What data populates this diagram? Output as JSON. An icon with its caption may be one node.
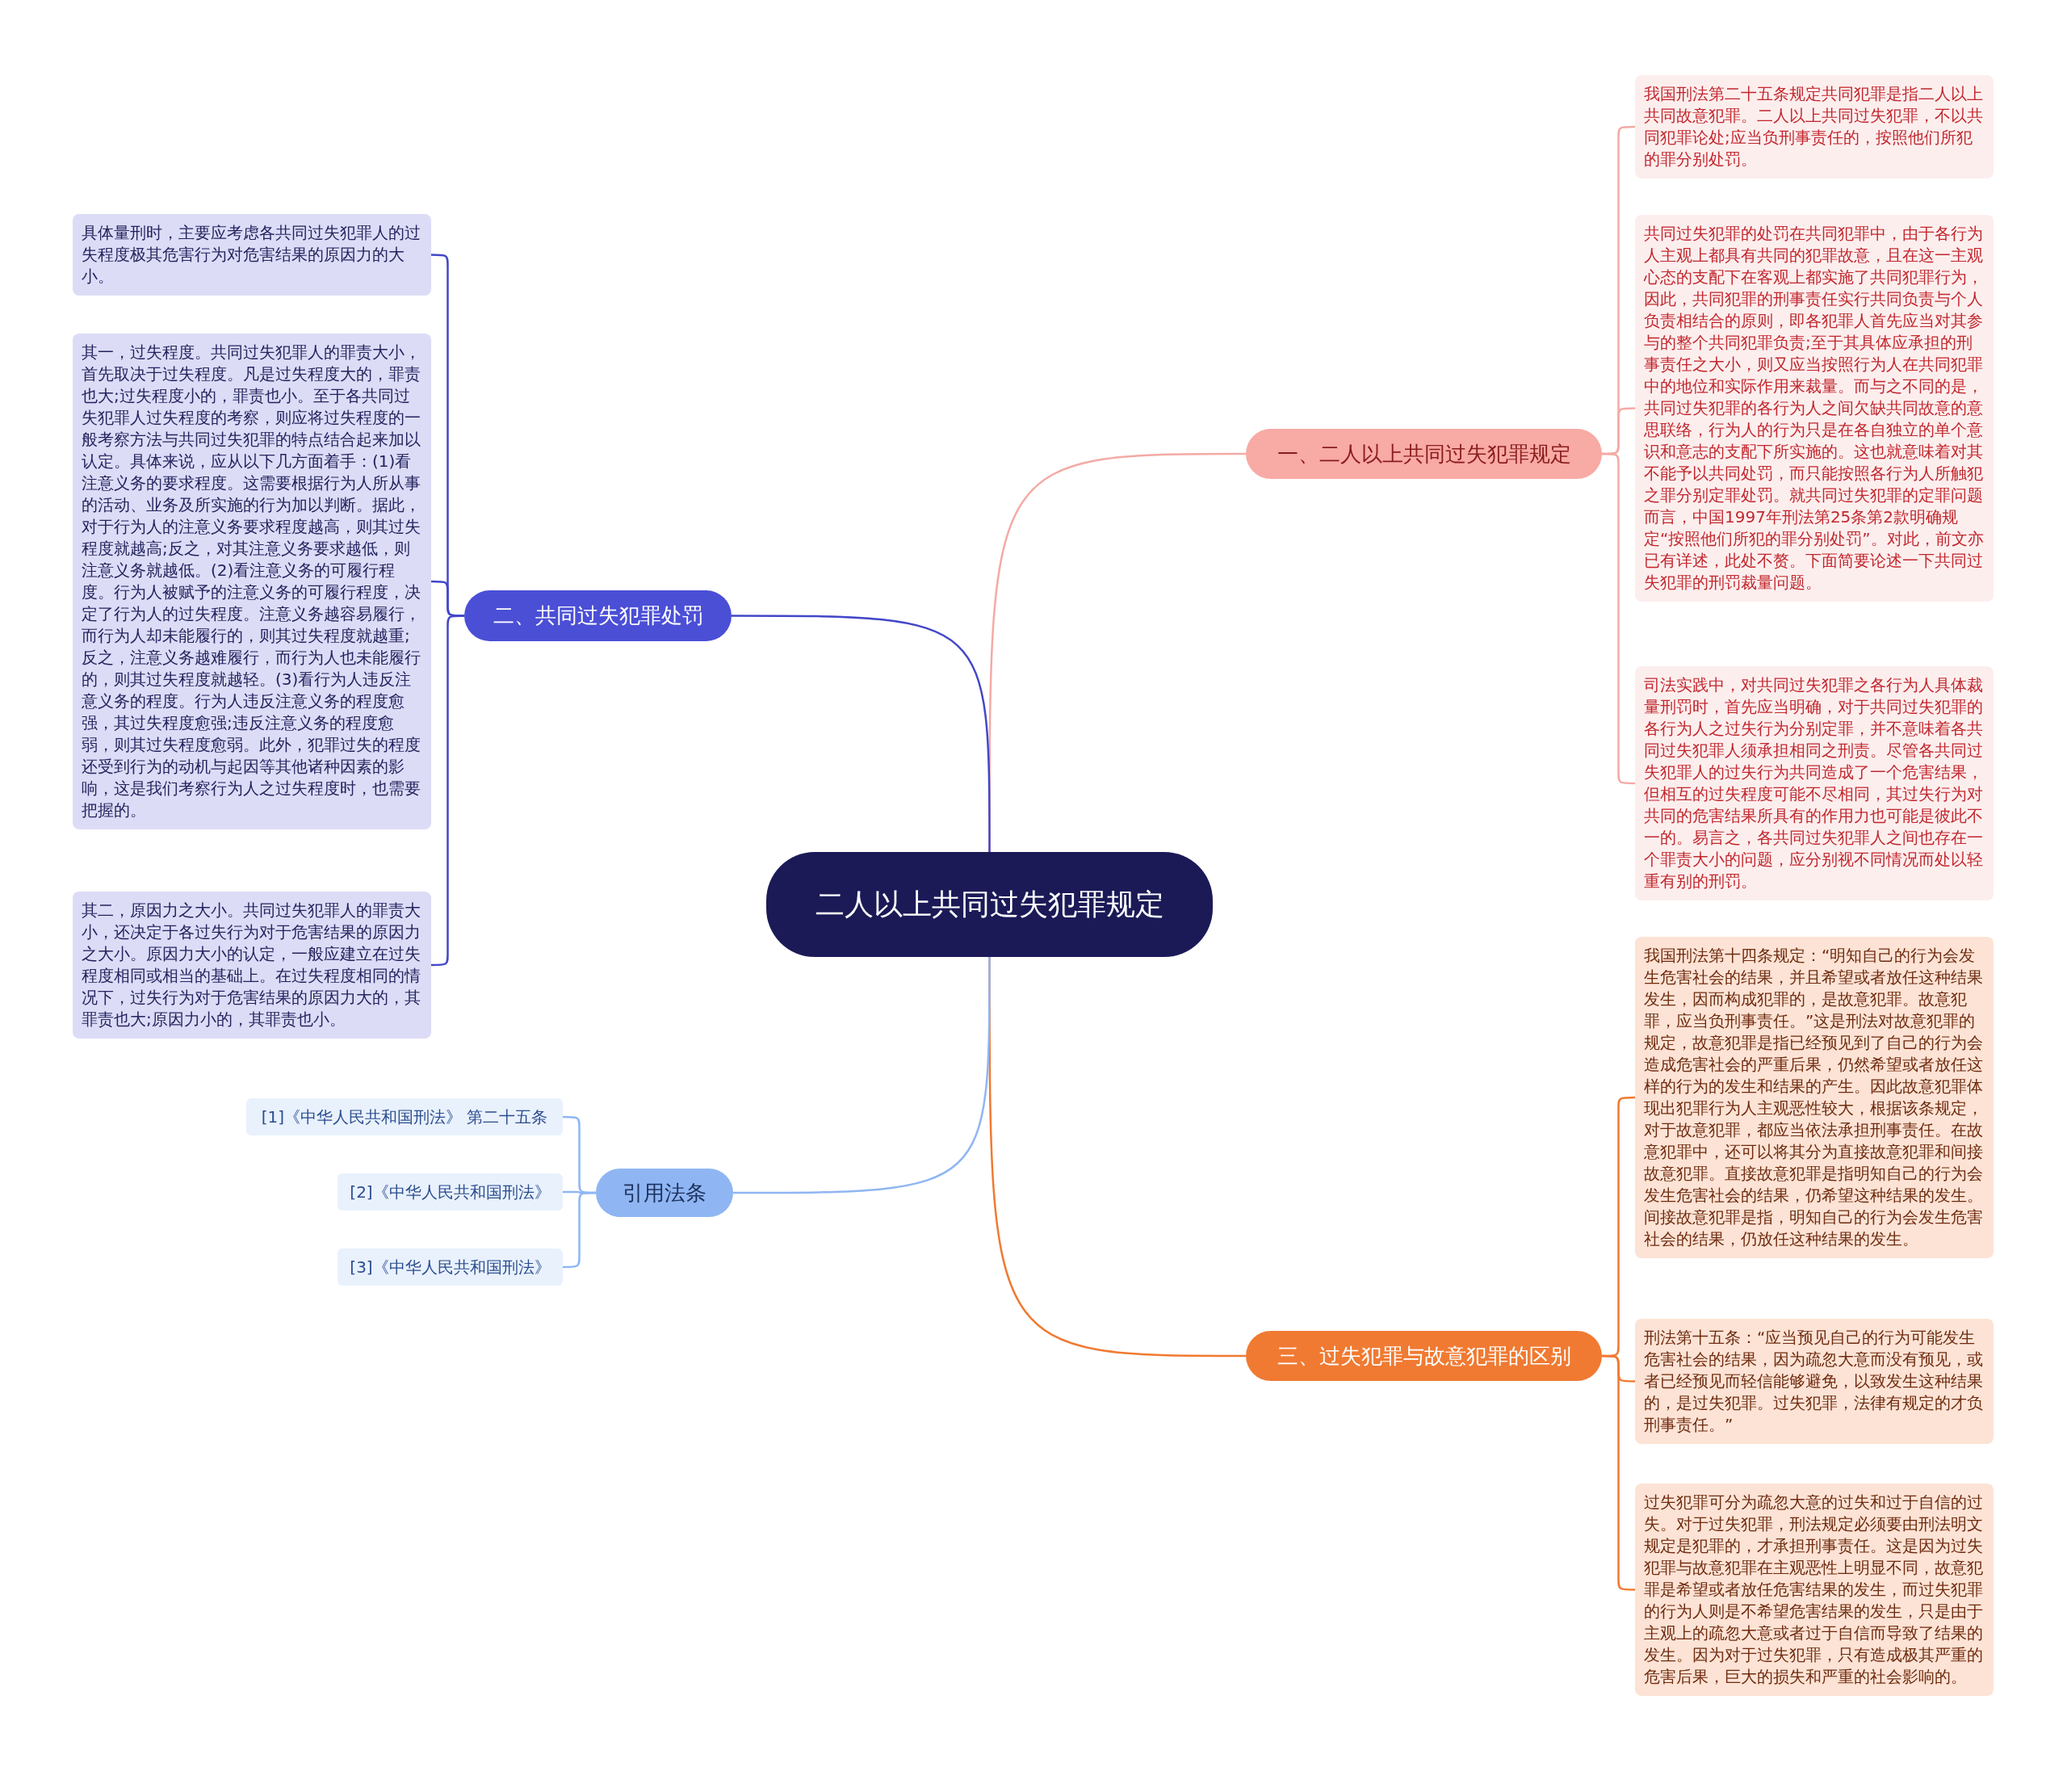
{
  "diagram": {
    "nodes": [
      {
        "text": [
          "二人以上共同过失犯罪规定"
        ]
      },
      {
        "text": [
          "一、二人以上共同过失犯罪规定"
        ]
      },
      {
        "text": [
          "我国刑法第二十五条规定共同犯罪是指二人以上共同故意犯罪。二人以上共同过失犯罪，不以共同犯罪论处;应当负刑事责任的，按照他们所犯的罪分别处罚。"
        ]
      },
      {
        "text": [
          "共同过失犯罪的处罚在共同犯罪中，由于各行为人主观上都具有共同的犯罪故意，且在这一主观心态的支配下在客观上都实施了共同犯罪行为，因此，共同犯罪的刑事责任实行共同负责与个人负责相结合的原则，即各犯罪人首先应当对其参与的整个共同犯罪负责;至于其具体应承担的刑事责任之大小，则又应当按照行为人在共同犯罪中的地位和实际作用来裁量。而与之不同的是，共同过失犯罪的各行为人之间欠缺共同故意的意思联络，行为人的行为只是在各自独立的单个意识和意志的支配下所实施的。这也就意味着对其不能予以共同处罚，而只能按照各行为人所触犯之罪分别定罪处罚。就共同过失犯罪的定罪问题而言，中国1997年刑法第25条第2款明确规定“按照他们所犯的罪分别处罚”。对此，前文亦已有详述，此处不赘。下面简要论述一下共同过失犯罪的刑罚裁量问题。"
        ]
      },
      {
        "text": [
          "司法实践中，对共同过失犯罪之各行为人具体裁量刑罚时，首先应当明确，对于共同过失犯罪的各行为人之过失行为分别定罪，并不意味着各共同过失犯罪人须承担相同之刑责。尽管各共同过失犯罪人的过失行为共同造成了一个危害结果，但相互的过失程度可能不尽相同，其过失行为对共同的危害结果所具有的作用力也可能是彼此不一的。易言之，各共同过失犯罪人之间也存在一个罪责大小的问题，应分别视不同情况而处以轻重有别的刑罚。"
        ]
      },
      {
        "text": [
          "二、共同过失犯罪处罚"
        ]
      },
      {
        "text": [
          "具体量刑时，主要应考虑各共同过失犯罪人的过失程度极其危害行为对危害结果的原因力的大小。"
        ]
      },
      {
        "text": [
          "其一，过失程度。共同过失犯罪人的罪责大小，首先取决于过失程度。凡是过失程度大的，罪责也大;过失程度小的，罪责也小。至于各共同过失犯罪人过失程度的考察，则应将过失程度的一般考察方法与共同过失犯罪的特点结合起来加以认定。具体来说，应从以下几方面着手：(1)看注意义务的要求程度。这需要根据行为人所从事的活动、业务及所实施的行为加以判断。据此，对于行为人的注意义务要求程度越高，则其过失程度就越高;反之，对其注意义务要求越低，则注意义务就越低。(2)看注意义务的可履行程度。行为人被赋予的注意义务的可履行程度，决定了行为人的过失程度。注意义务越容易履行，而行为人却未能履行的，则其过失程度就越重;反之，注意义务越难履行，而行为人也未能履行的，则其过失程度就越轻。(3)看行为人违反注意义务的程度。行为人违反注意义务的程度愈强，其过失程度愈强;违反注意义务的程度愈弱，则其过失程度愈弱。此外，犯罪过失的程度还受到行为的动机与起因等其他诸种因素的影响，这是我们考察行为人之过失程度时，也需要把握的。"
        ]
      },
      {
        "text": [
          "其二，原因力之大小。共同过失犯罪人的罪责大小，还决定于各过失行为对于危害结果的原因力之大小。原因力大小的认定，一般应建立在过失程度相同或相当的基础上。在过失程度相同的情况下，过失行为对于危害结果的原因力大的，其罪责也大;原因力小的，其罪责也小。"
        ]
      },
      {
        "text": [
          "三、过失犯罪与故意犯罪的区别"
        ]
      },
      {
        "text": [
          "我国刑法第十四条规定：“明知自己的行为会发生危害社会的结果，并且希望或者放任这种结果发生，因而构成犯罪的，是故意犯罪。故意犯罪，应当负刑事责任。”这是刑法对故意犯罪的规定，故意犯罪是指已经预见到了自己的行为会造成危害社会的严重后果，仍然希望或者放任这样的行为的发生和结果的产生。因此故意犯罪体现出犯罪行为人主观恶性较大，根据该条规定，对于故意犯罪，都应当依法承担刑事责任。在故意犯罪中，还可以将其分为直接故意犯罪和间接故意犯罪。直接故意犯罪是指明知自己的行为会发生危害社会的结果，仍希望这种结果的发生。间接故意犯罪是指，明知自己的行为会发生危害社会的结果，仍放任这种结果的发生。"
        ]
      },
      {
        "text": [
          "刑法第十五条：“应当预见自己的行为可能发生危害社会的结果，因为疏忽大意而没有预见，或者已经预见而轻信能够避免，以致发生这种结果的，是过失犯罪。过失犯罪，法律有规定的才负刑事责任。”"
        ]
      },
      {
        "text": [
          "过失犯罪可分为疏忽大意的过失和过于自信的过失。对于过失犯罪，刑法规定必须要由刑法明文规定是犯罪的，才承担刑事责任。这是因为过失犯罪与故意犯罪在主观恶性上明显不同，故意犯罪是希望或者放任危害结果的发生，而过失犯罪的行为人则是不希望危害结果的发生，只是由于主观上的疏忽大意或者过于自信而导致了结果的发生。因为对于过失犯罪，只有造成极其严重的危害后果，巨大的损失和严重的社会影响的。"
        ]
      },
      {
        "text": [
          "引用法条"
        ]
      },
      {
        "text": [
          "[1]《中华人民共和国刑法》 第二十五条"
        ]
      },
      {
        "text": [
          "[2]《中华人民共和国刑法》"
        ]
      },
      {
        "text": [
          "[3]《中华人民共和国刑法》"
        ]
      }
    ],
    "edges": [
      {
        "from": 0,
        "to": 1,
        "arrow": "none",
        "color": "#f4aaa5"
      },
      {
        "from": 1,
        "to": 2,
        "arrow": "none",
        "color": "#f4aaa5"
      },
      {
        "from": 1,
        "to": 3,
        "arrow": "none",
        "color": "#f4aaa5"
      },
      {
        "from": 1,
        "to": 4,
        "arrow": "none",
        "color": "#f4aaa5"
      },
      {
        "from": 0,
        "to": 5,
        "arrow": "none",
        "color": "#4347c8"
      },
      {
        "from": 5,
        "to": 6,
        "arrow": "none",
        "color": "#4347c8"
      },
      {
        "from": 5,
        "to": 7,
        "arrow": "none",
        "color": "#4347c8"
      },
      {
        "from": 5,
        "to": 8,
        "arrow": "none",
        "color": "#4347c8"
      },
      {
        "from": 0,
        "to": 9,
        "arrow": "none",
        "color": "#f07a32"
      },
      {
        "from": 9,
        "to": 10,
        "arrow": "none",
        "color": "#f07a32"
      },
      {
        "from": 9,
        "to": 11,
        "arrow": "none",
        "color": "#f07a32"
      },
      {
        "from": 9,
        "to": 12,
        "arrow": "none",
        "color": "#f07a32"
      },
      {
        "from": 0,
        "to": 13,
        "arrow": "none",
        "color": "#8fb6f3"
      },
      {
        "from": 13,
        "to": 14,
        "arrow": "none",
        "color": "#8fb6f3"
      },
      {
        "from": 13,
        "to": 15,
        "arrow": "none",
        "color": "#8fb6f3"
      },
      {
        "from": 13,
        "to": 16,
        "arrow": "none",
        "color": "#8fb6f3"
      }
    ]
  }
}
